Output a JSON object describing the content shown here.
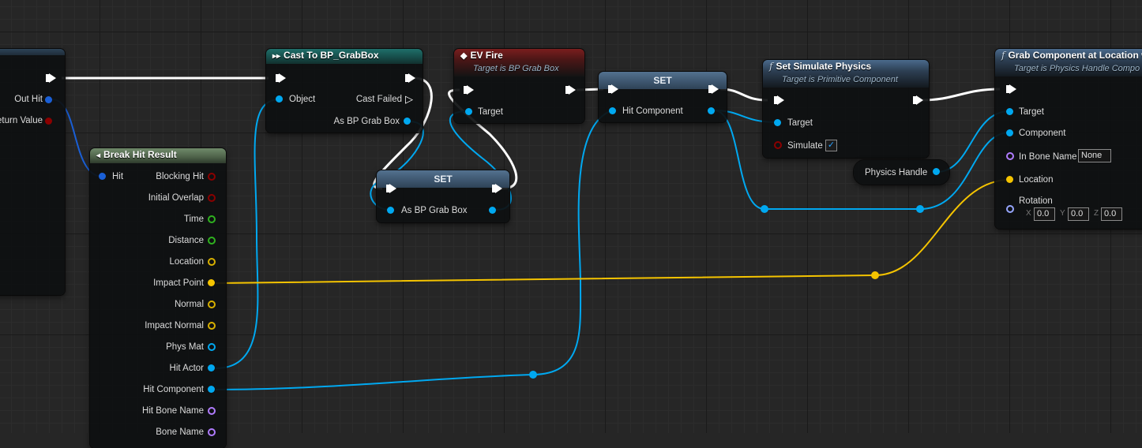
{
  "nodes": {
    "line_trace": {
      "out_hit": "Out Hit",
      "return_value": "eturn Value"
    },
    "cast": {
      "title": "Cast To BP_GrabBox",
      "object": "Object",
      "cast_failed": "Cast Failed",
      "as_bp": "As BP Grab Box"
    },
    "set_grab": {
      "title": "SET",
      "as_bp": "As BP Grab Box"
    },
    "ev_fire": {
      "title": "EV Fire",
      "subtitle": "Target is BP Grab Box",
      "target": "Target"
    },
    "set_hit": {
      "title": "SET",
      "hit_component": "Hit Component"
    },
    "simulate": {
      "title": "Set Simulate Physics",
      "subtitle": "Target is Primitive Component",
      "target": "Target",
      "simulate": "Simulate",
      "simulate_checked": "✓"
    },
    "physics_handle": {
      "label": "Physics Handle"
    },
    "grab": {
      "title": "Grab Component at Location wi",
      "subtitle": "Target is Physics Handle Compo",
      "target": "Target",
      "component": "Component",
      "in_bone_name": "In Bone Name",
      "bone_value": "None",
      "location": "Location",
      "rotation": "Rotation",
      "x_label": "X",
      "x_value": "0.0",
      "y_label": "Y",
      "y_value": "0.0",
      "z_label": "Z",
      "z_value": "0.0"
    },
    "break_hit": {
      "title": "Break Hit Result",
      "hit": "Hit",
      "outputs": [
        "Blocking Hit",
        "Initial Overlap",
        "Time",
        "Distance",
        "Location",
        "Impact Point",
        "Normal",
        "Impact Normal",
        "Phys Mat",
        "Hit Actor",
        "Hit Component",
        "Hit Bone Name",
        "Bone Name"
      ]
    }
  },
  "colors": {
    "exec": "#ffffff",
    "object": "#00a8f0",
    "vector": "#f5c400",
    "bool": "#8b0000",
    "float": "#2fb21f",
    "name": "#b07cff",
    "rotator": "#96a6ff",
    "struct": "#1a5fd6"
  }
}
